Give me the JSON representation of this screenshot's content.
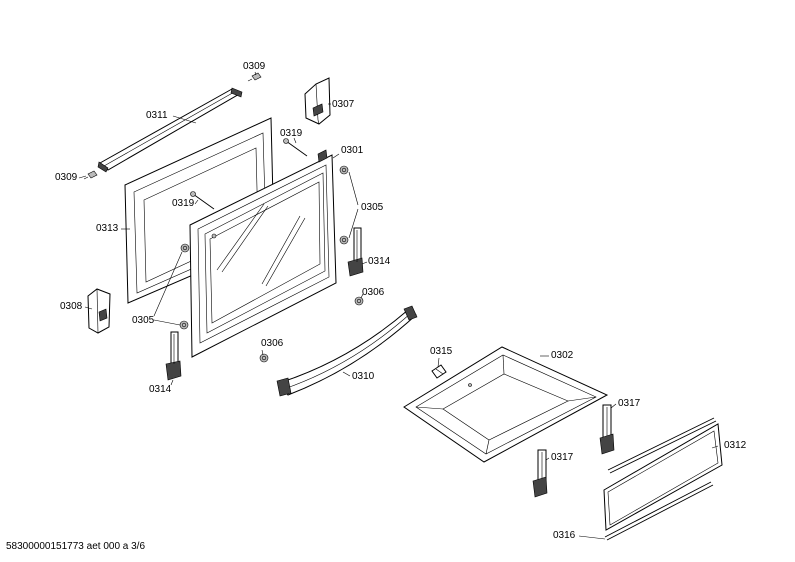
{
  "footer_code": "58300000151773 aet 000 a 3/6",
  "callouts": {
    "c0309_top": "0309",
    "c0311": "0311",
    "c0307": "0307",
    "c0319_top": "0319",
    "c0301": "0301",
    "c0309_left": "0309",
    "c0319_mid": "0319",
    "c0305_right": "0305",
    "c0313": "0313",
    "c0314_right": "0314",
    "c0306_right": "0306",
    "c0308": "0308",
    "c0305_left": "0305",
    "c0306_bottom": "0306",
    "c0315": "0315",
    "c0302": "0302",
    "c0310": "0310",
    "c0314_left": "0314",
    "c0317_right": "0317",
    "c0312": "0312",
    "c0317_mid": "0317",
    "c0316": "0316"
  }
}
